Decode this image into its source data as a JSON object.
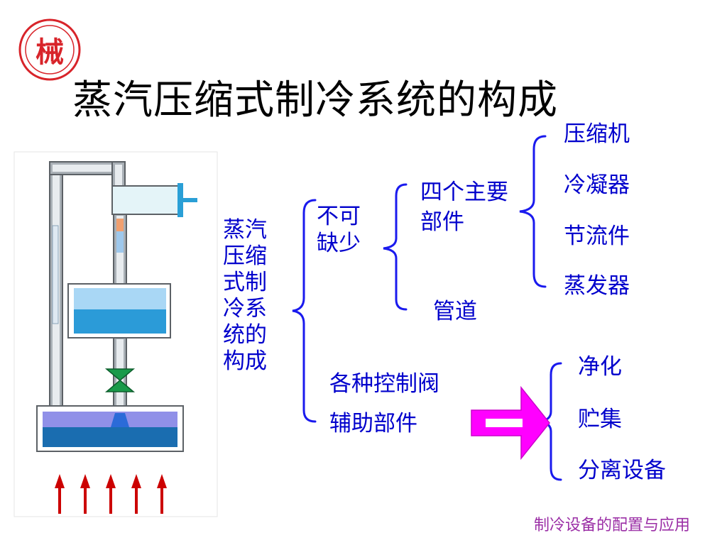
{
  "title": "蒸汽压缩式制冷系统的构成",
  "subject": "蒸汽压缩式制冷系统的构成",
  "branches": {
    "essential": "不可缺少",
    "main_parts": "四个主要部件",
    "pipes": "管道",
    "control_valves": "各种控制阀",
    "aux_parts": "辅助部件"
  },
  "main_components": [
    "压缩机",
    "冷凝器",
    "节流件",
    "蒸发器"
  ],
  "aux_functions": [
    "净化",
    "贮集",
    "分离设备"
  ],
  "footer": "制冷设备的配置与应用",
  "colors": {
    "text_blue": "#0000cc",
    "brace_blue": "#1a1aee",
    "arrow_magenta": "#ff00ff",
    "footer_purple": "#9b2fa6",
    "logo_red": "#d8242a",
    "heat_arrow_red": "#cc0000"
  }
}
